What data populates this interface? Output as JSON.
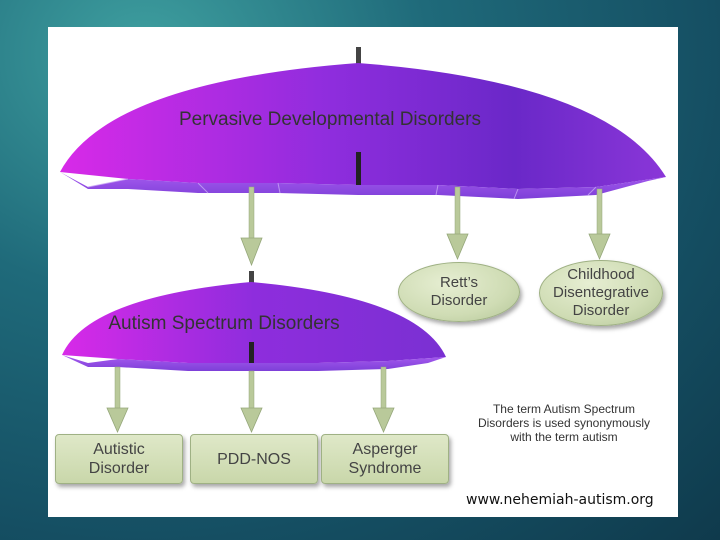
{
  "top_umbrella": {
    "label": "Pervasive Developmental Disorders"
  },
  "mid_umbrella": {
    "label": "Autism Spectrum Disorders"
  },
  "ovals": [
    {
      "label": "Rett’s\nDisorder"
    },
    {
      "label": "Childhood\nDisentegrative\nDisorder"
    }
  ],
  "boxes": [
    {
      "label": "Autistic\nDisorder"
    },
    {
      "label": "PDD-NOS"
    },
    {
      "label": "Asperger\nSyndrome"
    }
  ],
  "note": "The term Autism Spectrum\nDisorders is used synonymously\nwith the term autism",
  "source": "www.nehemiah-autism.org",
  "colors": {
    "umbrella_purple": "#8a2be2",
    "umbrella_magenta": "#d21ee6",
    "arrow_green": "#b9c99a"
  }
}
